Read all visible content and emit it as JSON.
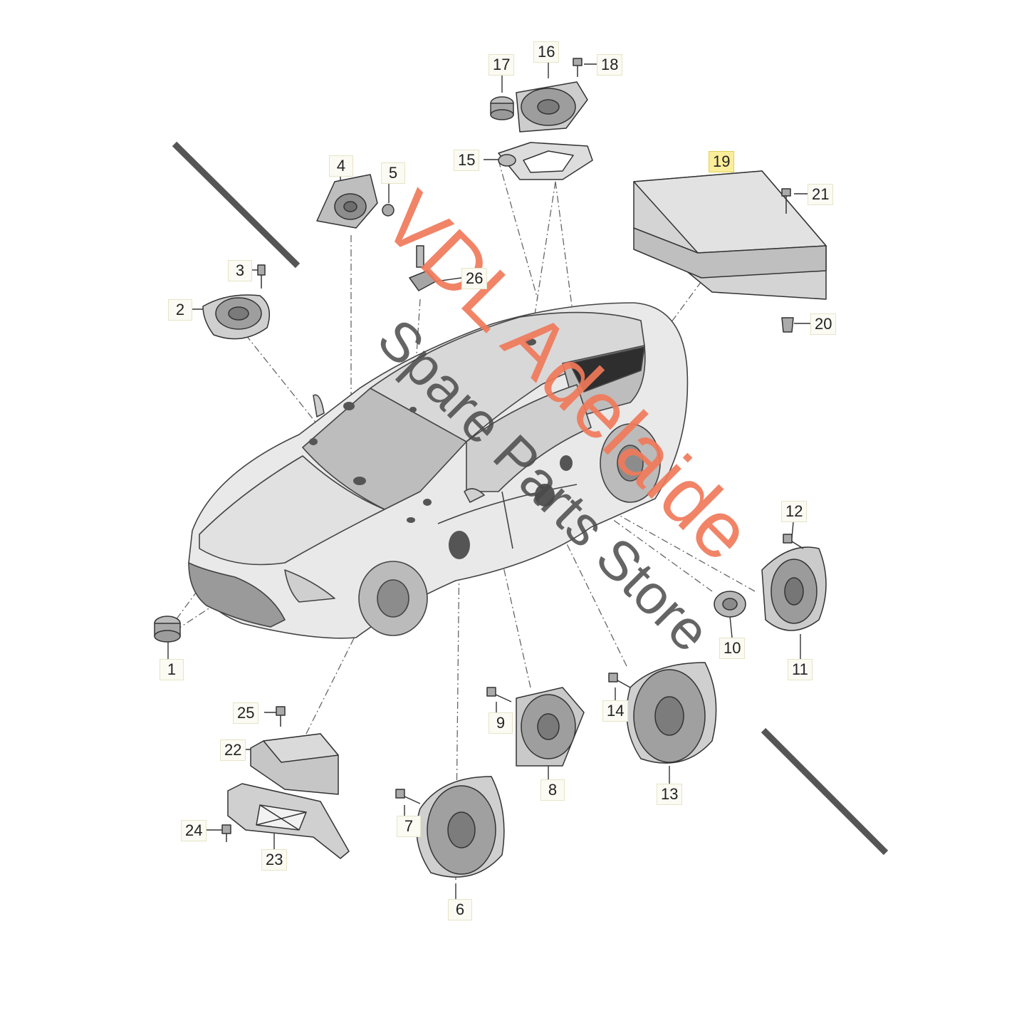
{
  "diagram": {
    "callouts": [
      {
        "id": "c1",
        "label": "1"
      },
      {
        "id": "c2",
        "label": "2"
      },
      {
        "id": "c3",
        "label": "3"
      },
      {
        "id": "c4",
        "label": "4"
      },
      {
        "id": "c5",
        "label": "5"
      },
      {
        "id": "c6",
        "label": "6"
      },
      {
        "id": "c7",
        "label": "7"
      },
      {
        "id": "c8",
        "label": "8"
      },
      {
        "id": "c9",
        "label": "9"
      },
      {
        "id": "c10",
        "label": "10"
      },
      {
        "id": "c11",
        "label": "11"
      },
      {
        "id": "c12",
        "label": "12"
      },
      {
        "id": "c13",
        "label": "13"
      },
      {
        "id": "c14",
        "label": "14"
      },
      {
        "id": "c15",
        "label": "15"
      },
      {
        "id": "c16",
        "label": "16"
      },
      {
        "id": "c17",
        "label": "17"
      },
      {
        "id": "c18",
        "label": "18"
      },
      {
        "id": "c19",
        "label": "19",
        "highlighted": true
      },
      {
        "id": "c20",
        "label": "20"
      },
      {
        "id": "c21",
        "label": "21"
      },
      {
        "id": "c22",
        "label": "22"
      },
      {
        "id": "c23",
        "label": "23"
      },
      {
        "id": "c24",
        "label": "24"
      },
      {
        "id": "c25",
        "label": "25"
      },
      {
        "id": "c26",
        "label": "26"
      }
    ],
    "colors": {
      "line_art": "#333333",
      "part_fill": "#c8c8c8",
      "highlight": "#fbee9a",
      "watermark_orange": "#f07a5a",
      "watermark_gray": "#4a4a4a"
    }
  },
  "watermark": {
    "line1": "VDL Adelaide",
    "line2": "Spare Parts Store"
  }
}
